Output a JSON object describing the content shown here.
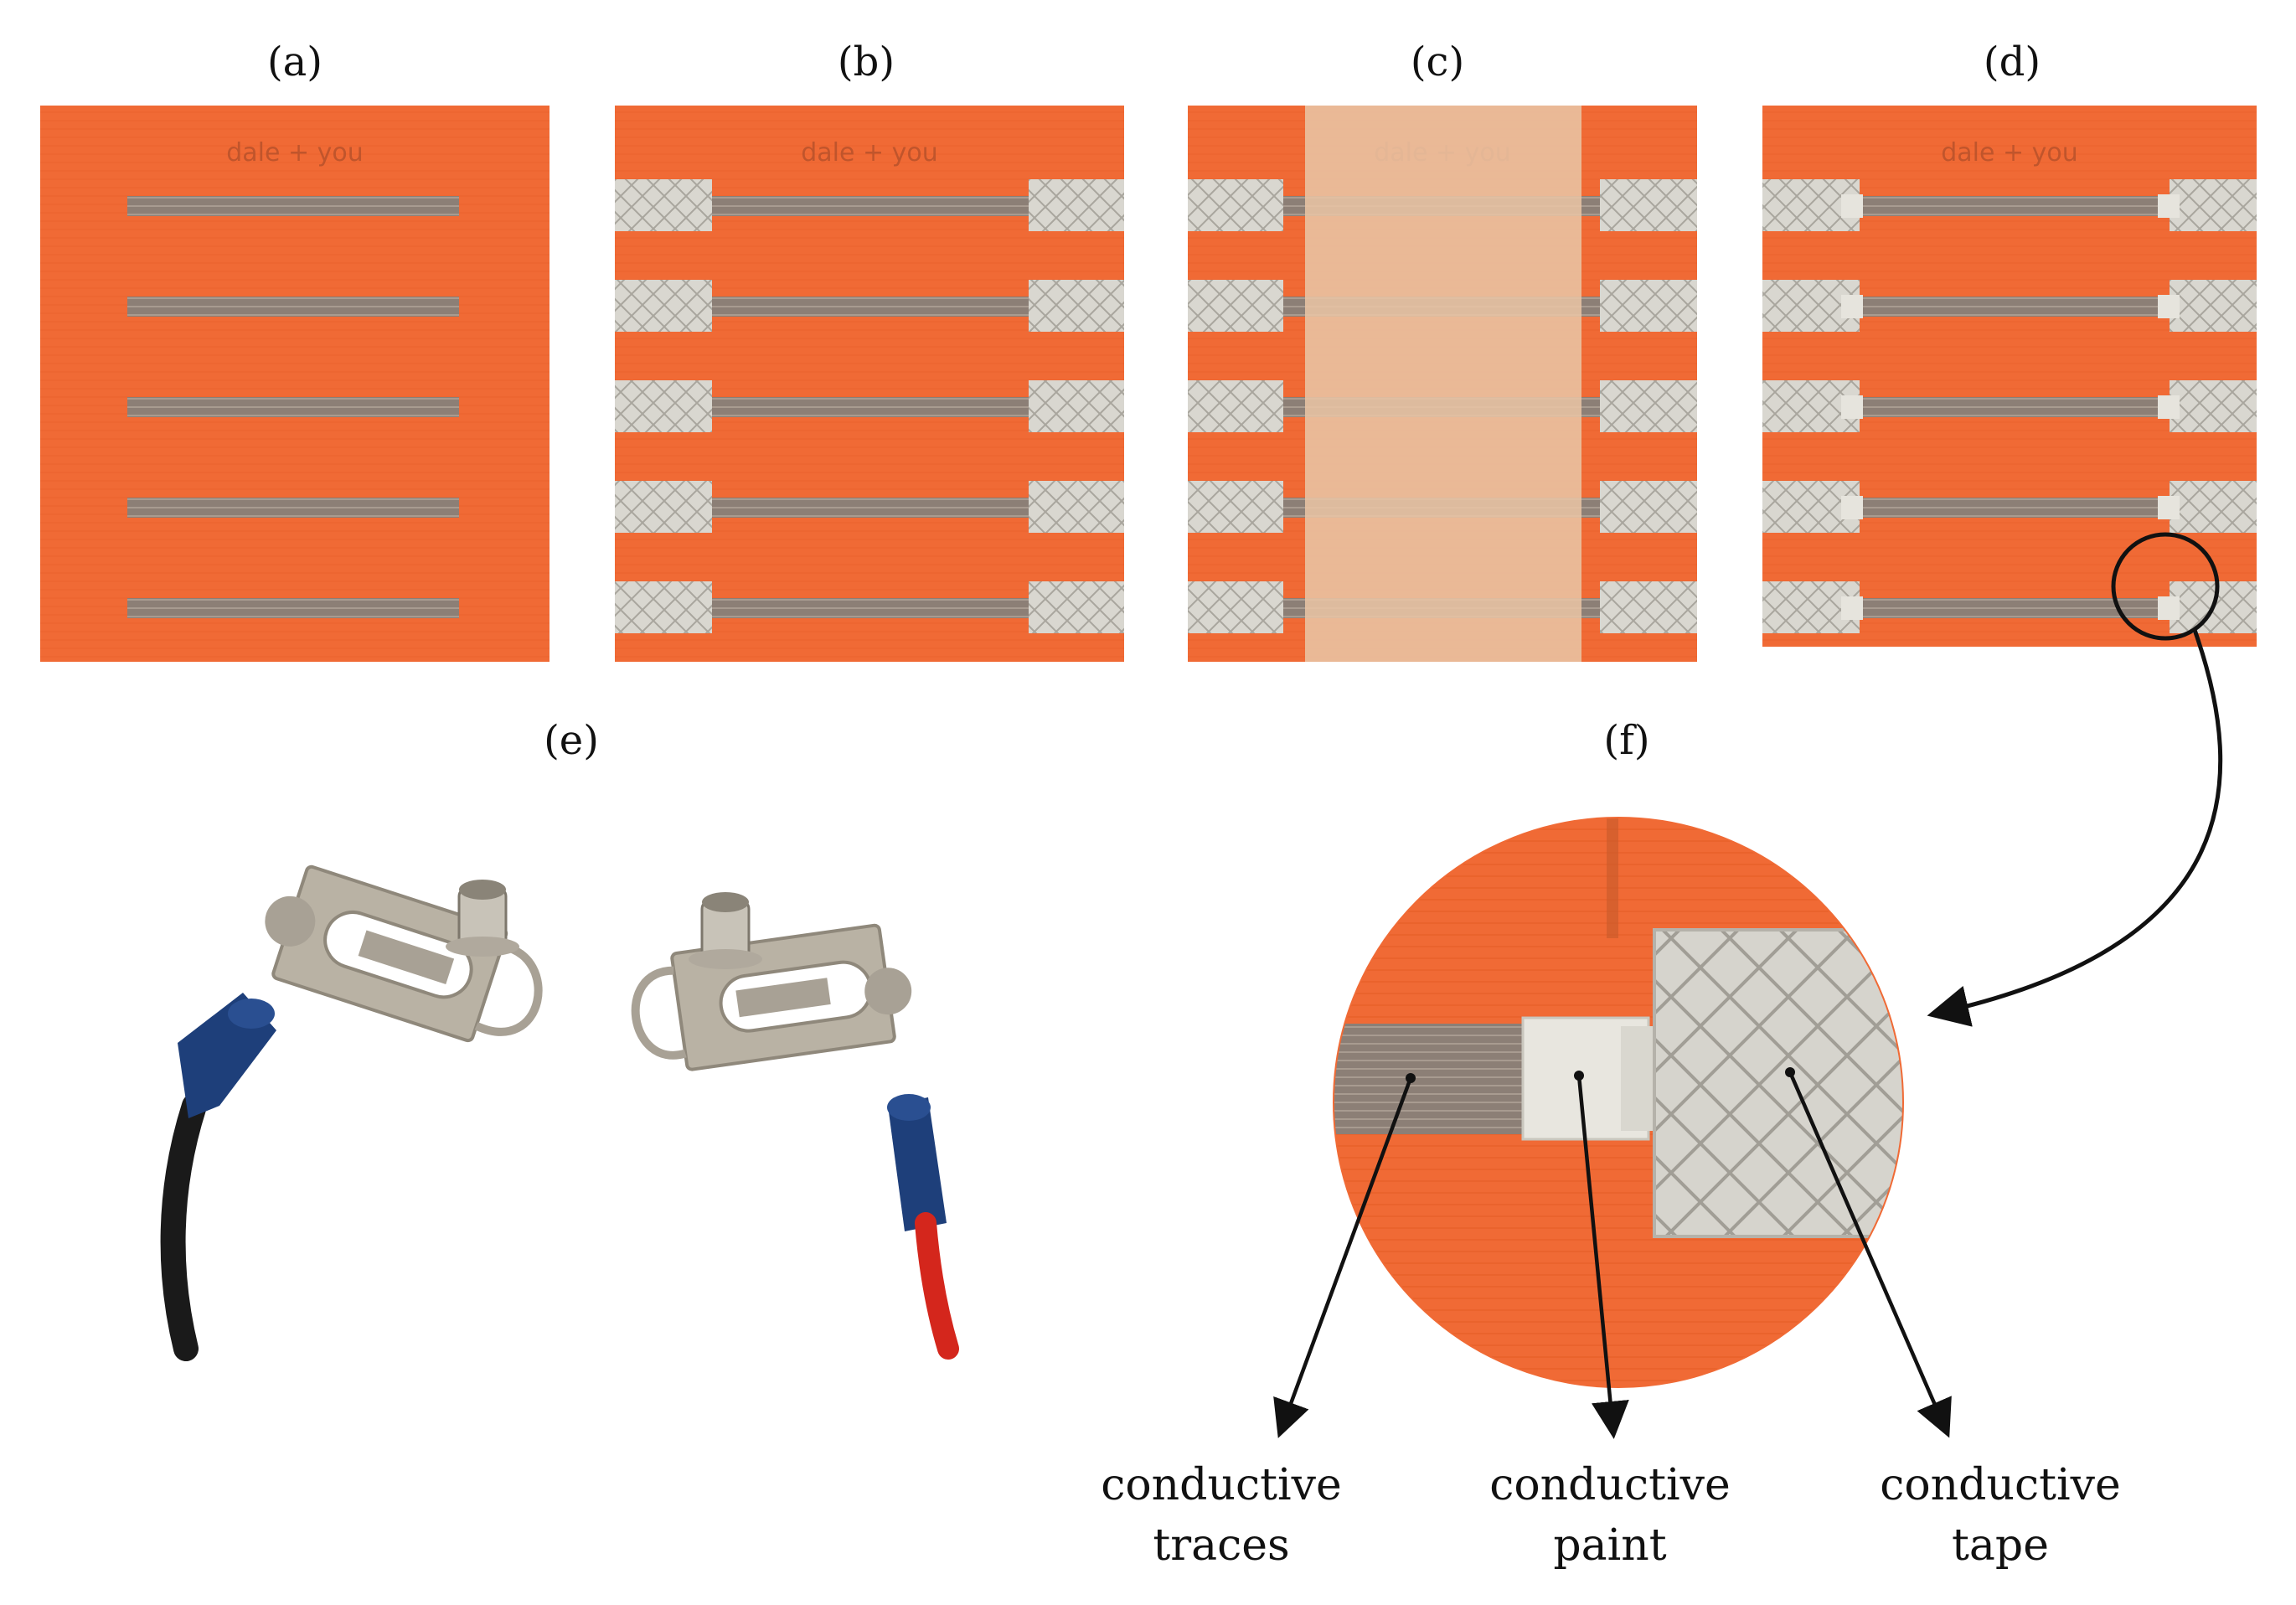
{
  "panels": {
    "a": {
      "label": "(a)"
    },
    "b": {
      "label": "(b)"
    },
    "c": {
      "label": "(c)"
    },
    "d": {
      "label": "(d)"
    },
    "e": {
      "label": "(e)"
    },
    "f": {
      "label": "(f)"
    }
  },
  "board": {
    "engraving": "dale + you",
    "trace_count": 5,
    "colors": {
      "board": "#f06a35",
      "board_dark": "#e0581f",
      "trace": "#8c7f76",
      "tape": "#d8d6cf",
      "paint": "#e6e4dd",
      "mask": "#e8c4a4"
    }
  },
  "callouts": {
    "traces": {
      "line1": "conductive",
      "line2": "traces"
    },
    "paint": {
      "line1": "conductive",
      "line2": "paint"
    },
    "tape": {
      "line1": "conductive",
      "line2": "tape"
    }
  },
  "clamps": {
    "colors": {
      "metal": "#b9b2a4",
      "metal_dark": "#8f887b",
      "insulator": "#1e3f7a",
      "black_wire": "#1a1a1a",
      "red_wire": "#d4261c"
    }
  }
}
